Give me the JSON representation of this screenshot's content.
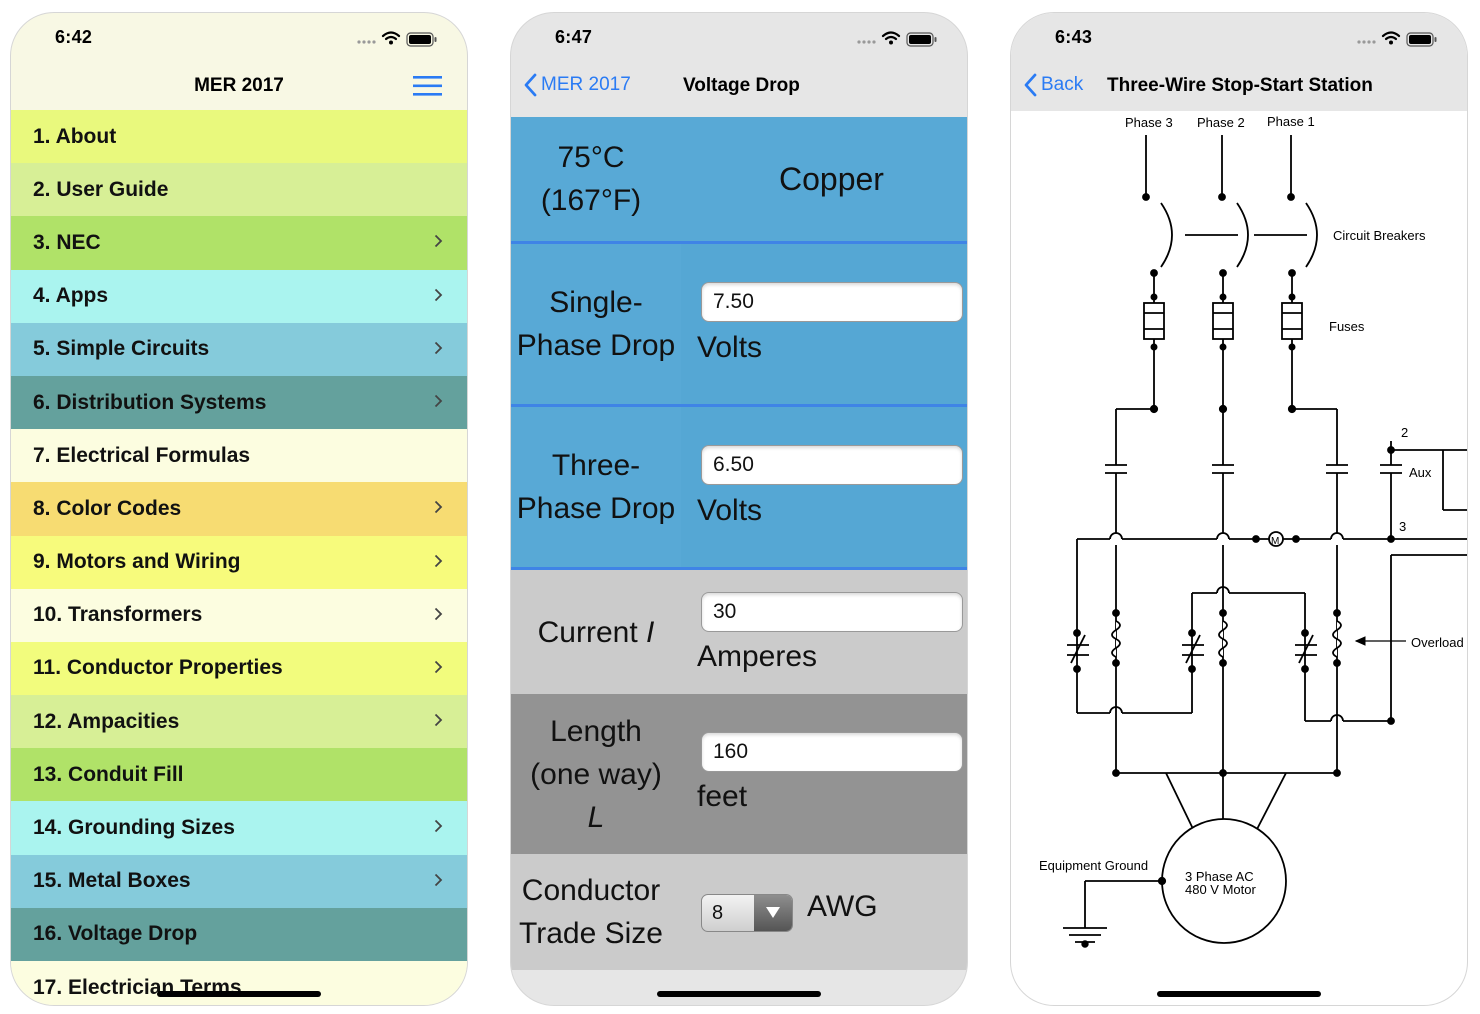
{
  "phone1": {
    "time": "6:42",
    "title": "MER 2017",
    "items": [
      {
        "label": "1. About",
        "bg": "#e9f97d",
        "chevron": false
      },
      {
        "label": "2. User Guide",
        "bg": "#d7ef96",
        "chevron": false
      },
      {
        "label": "3. NEC",
        "bg": "#b0e268",
        "chevron": true
      },
      {
        "label": "4. Apps",
        "bg": "#aaf4ef",
        "chevron": true
      },
      {
        "label": "5. Simple Circuits",
        "bg": "#85cbdb",
        "chevron": true
      },
      {
        "label": "6. Distribution Systems",
        "bg": "#64a19d",
        "chevron": true
      },
      {
        "label": "7. Electrical Formulas",
        "bg": "#fcfde0",
        "chevron": false
      },
      {
        "label": "8. Color Codes",
        "bg": "#f7dc72",
        "chevron": true
      },
      {
        "label": "9. Motors and Wiring",
        "bg": "#f7fb7c",
        "chevron": true
      },
      {
        "label": "10. Transformers",
        "bg": "#fcfde0",
        "chevron": true
      },
      {
        "label": "11. Conductor Properties",
        "bg": "#f2fc7d",
        "chevron": true
      },
      {
        "label": "12. Ampacities",
        "bg": "#d7ef96",
        "chevron": true
      },
      {
        "label": "13. Conduit Fill",
        "bg": "#b0e268",
        "chevron": false
      },
      {
        "label": "14. Grounding Sizes",
        "bg": "#aaf4ef",
        "chevron": true
      },
      {
        "label": "15. Metal Boxes",
        "bg": "#85cbdb",
        "chevron": true
      },
      {
        "label": "16. Voltage Drop",
        "bg": "#64a19d",
        "chevron": false
      },
      {
        "label": "17. Electrician Terms",
        "bg": "#fcfde0",
        "chevron": false
      }
    ]
  },
  "phone2": {
    "time": "6:47",
    "back_label": "MER 2017",
    "title": "Voltage Drop",
    "temp": "75°C (167°F)",
    "metal": "Copper",
    "single_label": "Single-Phase Drop",
    "single_value": "7.50",
    "single_unit": "Volts",
    "three_label": "Three-Phase Drop",
    "three_value": "6.50",
    "three_unit": "Volts",
    "current_label": "Current",
    "current_symbol": "I",
    "current_value": "30",
    "current_unit": "Amperes",
    "length_label": "Length (one way)",
    "length_symbol": "L",
    "length_value": "160",
    "length_unit": "feet",
    "size_label": "Conductor Trade Size",
    "size_value": "8",
    "size_unit": "AWG",
    "colors": {
      "blue": "#58a9d6",
      "blue_line": "#3f84e6",
      "gray_light": "#cbcbcb",
      "gray_dark": "#939393"
    }
  },
  "phone3": {
    "time": "6:43",
    "back_label": "Back",
    "title": "Three-Wire Stop-Start Station",
    "labels": {
      "phase3": "Phase 3",
      "phase2": "Phase 2",
      "phase1": "Phase 1",
      "breakers": "Circuit Breakers",
      "fuses": "Fuses",
      "aux": "Aux",
      "num2": "2",
      "num3": "3",
      "overload": "Overload",
      "ground": "Equipment Ground",
      "motor_line1": "3 Phase AC",
      "motor_line2": "480 V Motor",
      "motor_symbol": "M"
    }
  },
  "accent": "#2a7bf4"
}
